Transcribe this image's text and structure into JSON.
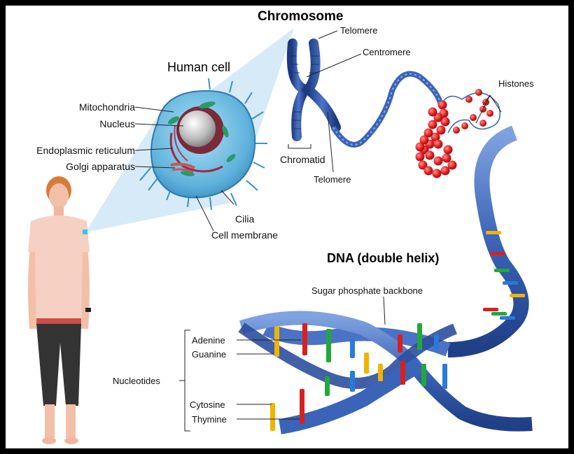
{
  "headings": {
    "chromosome": "Chromosome",
    "human_cell": "Human cell",
    "dna": "DNA (double helix)"
  },
  "labels": {
    "telomere_top": "Telomere",
    "centromere": "Centromere",
    "histones": "Histones",
    "chromatid": "Chromatid",
    "telomere_bottom": "Telomere",
    "mitochondria": "Mitochondria",
    "nucleus": "Nucleus",
    "endoplasmic_reticulum": "Endoplasmic reticulum",
    "golgi_apparatus": "Golgi apparatus",
    "cilia": "Cilia",
    "cell_membrane": "Cell membrane",
    "sugar_phosphate_backbone": "Sugar phosphate backbone",
    "nucleotides": "Nucleotides",
    "adenine": "Adenine",
    "guanine": "Guanine",
    "cytosine": "Cytosine",
    "thymine": "Thymine"
  },
  "colors": {
    "dna_ribbon": "#3b63b8",
    "chromosome": "#2c4ea0",
    "histone_beads": "#e02020",
    "cell_body": "#69b8de",
    "nucleus": "#c9c9c9",
    "base_yellow": "#f0b400",
    "base_red": "#d82020",
    "base_green": "#22a83a",
    "base_blue": "#2a7ad8",
    "skin": "#f2c0a8",
    "shirt": "#f7d0c4",
    "leggings": "#333333"
  }
}
